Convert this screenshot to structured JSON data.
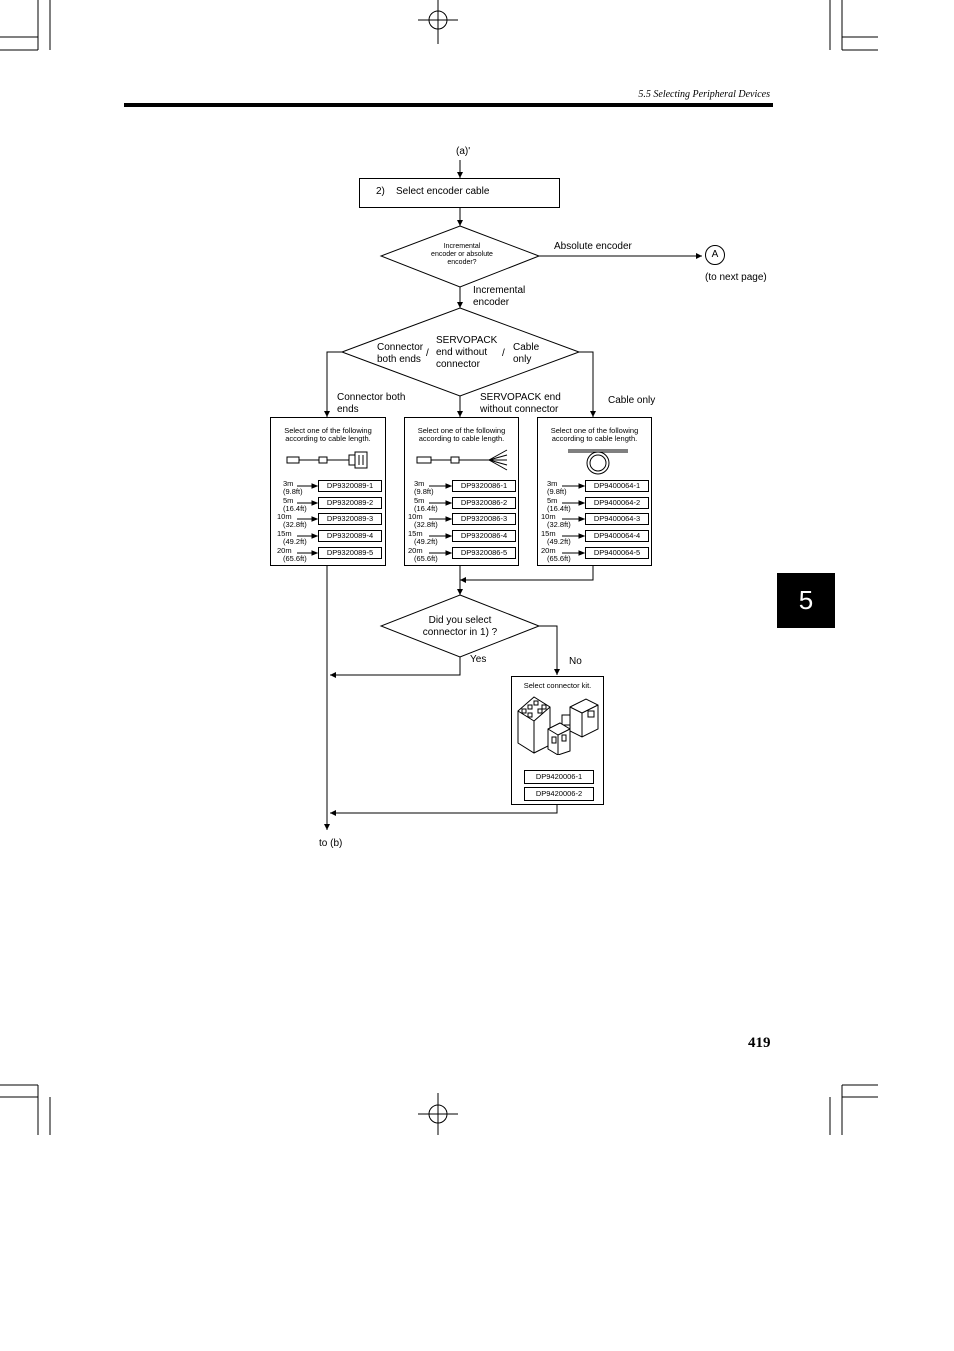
{
  "header": {
    "section": "5.5 Selecting Peripheral Devices"
  },
  "chapter_tab": "5",
  "page_number": "419",
  "flow": {
    "entry": "(a)'",
    "step": "2)    Select encoder cable",
    "decision1": {
      "question": "Incremental\nencoder or absolute\nencoder?",
      "yes_label": "Absolute encoder",
      "no_label": "Incremental\nencoder"
    },
    "connector_a": "A",
    "to_next_page": "(to next page)",
    "decision2": {
      "left": "Connector\nboth ends",
      "mid": "SERVOPACK\nend without\nconnector",
      "right": "Cable\nonly",
      "sep": "/"
    },
    "branch_labels": {
      "left": "Connector both\nends",
      "mid": "SERVOPACK end\nwithout connector",
      "right": "Cable only"
    },
    "decision3": {
      "question": "Did you select\nconnector in 1) ?",
      "yes": "Yes",
      "no": "No"
    },
    "exit": "to (b)"
  },
  "cable_boxes": [
    {
      "title": "Select one of the following\naccording to cable length.",
      "picture": "cable-connector-both-ends",
      "options": [
        {
          "length": "3m",
          "ft": "(9.8ft)",
          "code": "DP9320089-1"
        },
        {
          "length": "5m",
          "ft": "(16.4ft)",
          "code": "DP9320089-2"
        },
        {
          "length": "10m",
          "ft": "(32.8ft)",
          "code": "DP9320089-3"
        },
        {
          "length": "15m",
          "ft": "(49.2ft)",
          "code": "DP9320089-4"
        },
        {
          "length": "20m",
          "ft": "(65.6ft)",
          "code": "DP9320089-5"
        }
      ]
    },
    {
      "title": "Select one of the following\naccording to cable length.",
      "picture": "cable-loose-leads",
      "options": [
        {
          "length": "3m",
          "ft": "(9.8ft)",
          "code": "DP9320086-1"
        },
        {
          "length": "5m",
          "ft": "(16.4ft)",
          "code": "DP9320086-2"
        },
        {
          "length": "10m",
          "ft": "(32.8ft)",
          "code": "DP9320086-3"
        },
        {
          "length": "15m",
          "ft": "(49.2ft)",
          "code": "DP9320086-4"
        },
        {
          "length": "20m",
          "ft": "(65.6ft)",
          "code": "DP9320086-5"
        }
      ]
    },
    {
      "title": "Select one of the following\naccording to cable length.",
      "picture": "cable-coil",
      "options": [
        {
          "length": "3m",
          "ft": "(9.8ft)",
          "code": "DP9400064-1"
        },
        {
          "length": "5m",
          "ft": "(16.4ft)",
          "code": "DP9400064-2"
        },
        {
          "length": "10m",
          "ft": "(32.8ft)",
          "code": "DP9400064-3"
        },
        {
          "length": "15m",
          "ft": "(49.2ft)",
          "code": "DP9400064-4"
        },
        {
          "length": "20m",
          "ft": "(65.6ft)",
          "code": "DP9400064-5"
        }
      ]
    }
  ],
  "connector_kit": {
    "title": "Select connector kit.",
    "picture": "connector-kit-parts",
    "codes": [
      "DP9420006-1",
      "DP9420006-2"
    ]
  }
}
